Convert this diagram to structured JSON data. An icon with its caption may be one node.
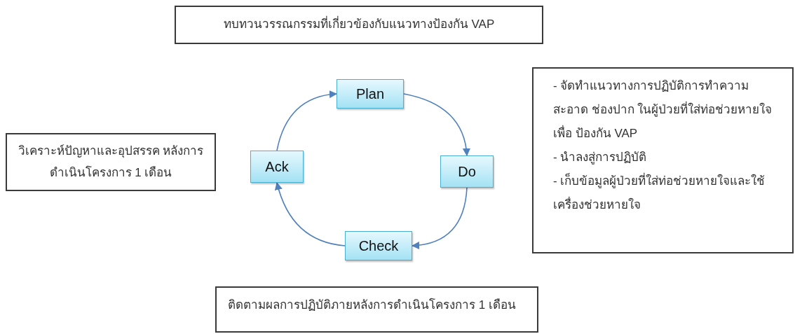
{
  "diagram": {
    "nodes": [
      {
        "text": [
          "ทบทวนวรรณกรรมที่เกี่ยวข้องกับแนวทางป้องกัน VAP"
        ]
      },
      {
        "text": [
          "Plan"
        ]
      },
      {
        "text": [
          "Do"
        ]
      },
      {
        "text": [
          "Check"
        ]
      },
      {
        "text": [
          "Ack"
        ]
      },
      {
        "text": [
          "- จัดทำแนวทางการปฏิบัติการทำความ สะอาด ช่องปาก ในผู้ป่วยที่ใส่ท่อช่วยหายใจ เพื่อ ป้องกัน VAP",
          "- นำลงสู่การปฏิบัติ",
          "- เก็บข้อมูลผู้ป่วยที่ใส่ท่อช่วยหายใจและใช้ เครื่องช่วยหายใจ"
        ]
      },
      {
        "text": [
          "ติดตามผลการปฏิบัติภายหลังการดำเนินโครงการ 1 เดือน"
        ]
      },
      {
        "text": [
          "วิเคราะห์ปัญหาและอุปสรรค หลังการดำเนินโครงการ 1 เดือน"
        ]
      }
    ],
    "edges": [
      {
        "from": 1,
        "to": 2,
        "arrow": "to"
      },
      {
        "from": 2,
        "to": 3,
        "arrow": "to"
      },
      {
        "from": 3,
        "to": 4,
        "arrow": "to"
      },
      {
        "from": 4,
        "to": 1,
        "arrow": "to"
      }
    ]
  }
}
